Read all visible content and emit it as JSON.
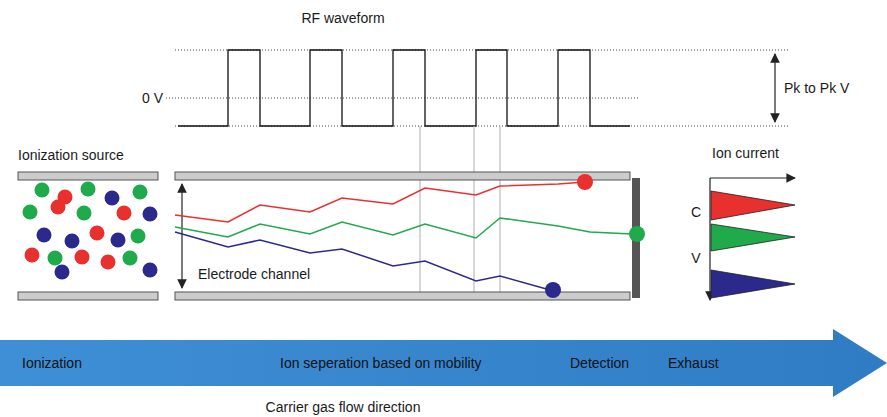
{
  "diagram": {
    "nodes": [
      {
        "text": [
          "Ionization",
          "Ion seperation based on mobility",
          "Detection",
          "Exhaust"
        ]
      }
    ],
    "labels": [
      "RF waveform",
      "0 V",
      "Pk to Pk V",
      "Ionization source",
      "Electrode channel",
      "Ion current",
      "C",
      "V",
      "Carrier gas flow direction"
    ]
  }
}
